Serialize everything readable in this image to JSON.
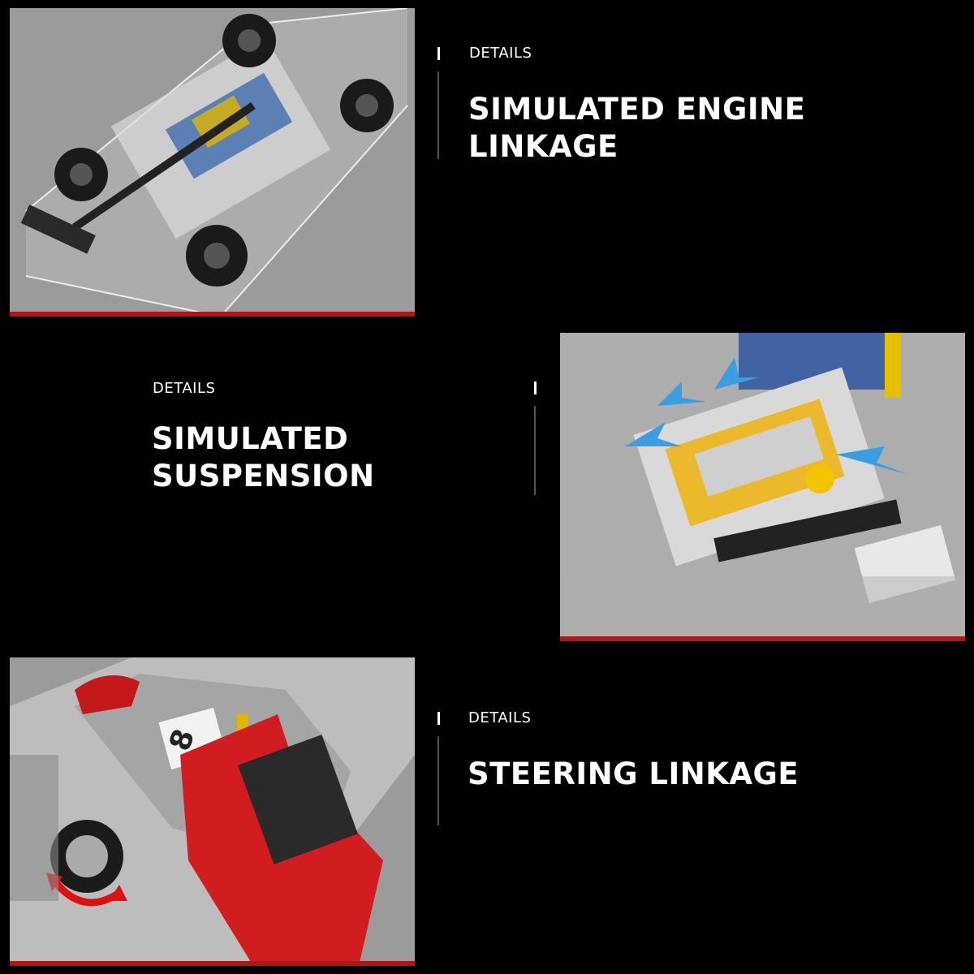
{
  "sections": [
    {
      "label": "DETAILS",
      "title_line1": "SIMULATED ENGINE",
      "title_line2": "LINKAGE"
    },
    {
      "label": "DETAILS",
      "title_line1": "SIMULATED",
      "title_line2": "SUSPENSION"
    },
    {
      "label": "DETAILS",
      "title_line1": "STEERING LINKAGE",
      "title_line2": ""
    }
  ],
  "colors": {
    "background": "#000000",
    "accent": "#b01616",
    "photo_bg": "#9a9a9a"
  }
}
